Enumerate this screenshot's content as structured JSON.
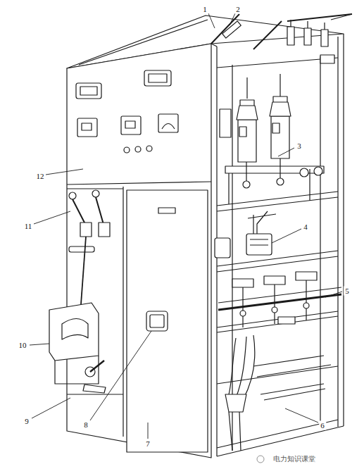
{
  "diagram": {
    "labels": [
      "1",
      "2",
      "3",
      "4",
      "5",
      "6",
      "7",
      "8",
      "9",
      "10",
      "11",
      "12",
      "电力知识课堂"
    ]
  }
}
